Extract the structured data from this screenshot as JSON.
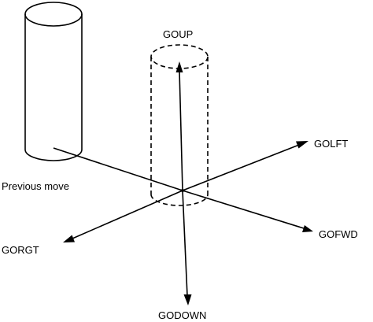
{
  "labels": {
    "go_up": "GOUP",
    "go_left": "GOLFT",
    "previous_move": "Previous move",
    "go_right": "GORGT",
    "go_forward": "GOFWD",
    "go_down": "GODOWN"
  },
  "colors": {
    "line": "#000000",
    "background": "#ffffff"
  }
}
